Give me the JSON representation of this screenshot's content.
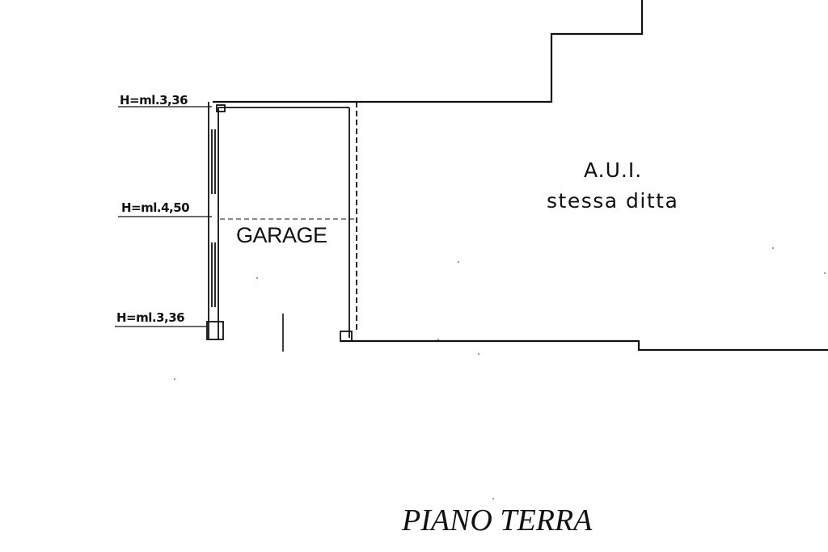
{
  "drawing": {
    "height_labels": {
      "top": "H=ml.3,36",
      "middle": "H=ml.4,50",
      "bottom": "H=ml.3,36"
    },
    "rooms": {
      "garage": "GARAGE",
      "adjacent_line1": "A.U.I.",
      "adjacent_line2": "stessa  ditta"
    },
    "floor_title": "PIANO TERRA",
    "line_color": "#111111"
  }
}
